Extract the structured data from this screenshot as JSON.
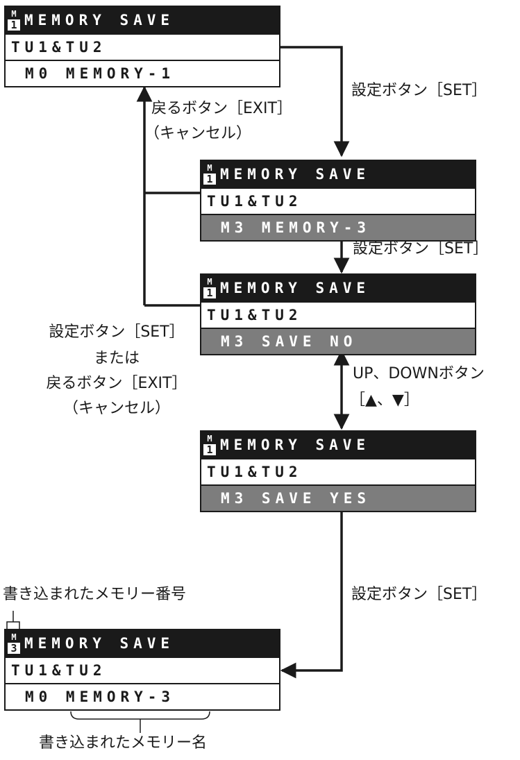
{
  "screens": [
    {
      "badge_top": "M",
      "badge_num": "1",
      "title": "MEMORY SAVE",
      "line2": "TU1&TU2",
      "line3": "M0 MEMORY-1",
      "line3_highlighted": false
    },
    {
      "badge_top": "M",
      "badge_num": "1",
      "title": "MEMORY SAVE",
      "line2": "TU1&TU2",
      "line3": "M3 MEMORY-3",
      "line3_highlighted": true
    },
    {
      "badge_top": "M",
      "badge_num": "1",
      "title": "MEMORY SAVE",
      "line2": "TU1&TU2",
      "line3": "M3 SAVE NO",
      "line3_highlighted": true
    },
    {
      "badge_top": "M",
      "badge_num": "1",
      "title": "MEMORY SAVE",
      "line2": "TU1&TU2",
      "line3": "M3 SAVE YES",
      "line3_highlighted": true
    },
    {
      "badge_top": "M",
      "badge_num": "3",
      "title": "MEMORY SAVE",
      "line2": "TU1&TU2",
      "line3": "M0 MEMORY-3",
      "line3_highlighted": false
    }
  ],
  "labels": {
    "set_1": "設定ボタン［SET］",
    "exit_1": "戻るボタン［EXIT］",
    "cancel_1": "（キャンセル）",
    "set_2": "設定ボタン［SET］",
    "set_or_exit_1": "設定ボタン［SET］",
    "set_or_exit_2": "または",
    "set_or_exit_3": "戻るボタン［EXIT］",
    "set_or_exit_4": "（キャンセル）",
    "updown_1": "UP、DOWNボタン",
    "updown_2": "［▲、▼］",
    "set_3": "設定ボタン［SET］",
    "written_number": "書き込まれたメモリー番号",
    "written_name": "書き込まれたメモリー名"
  },
  "colors": {
    "lcd_dark": "#1a1a1a",
    "highlight": "#7d7d7d",
    "line": "#1a1a1a"
  }
}
